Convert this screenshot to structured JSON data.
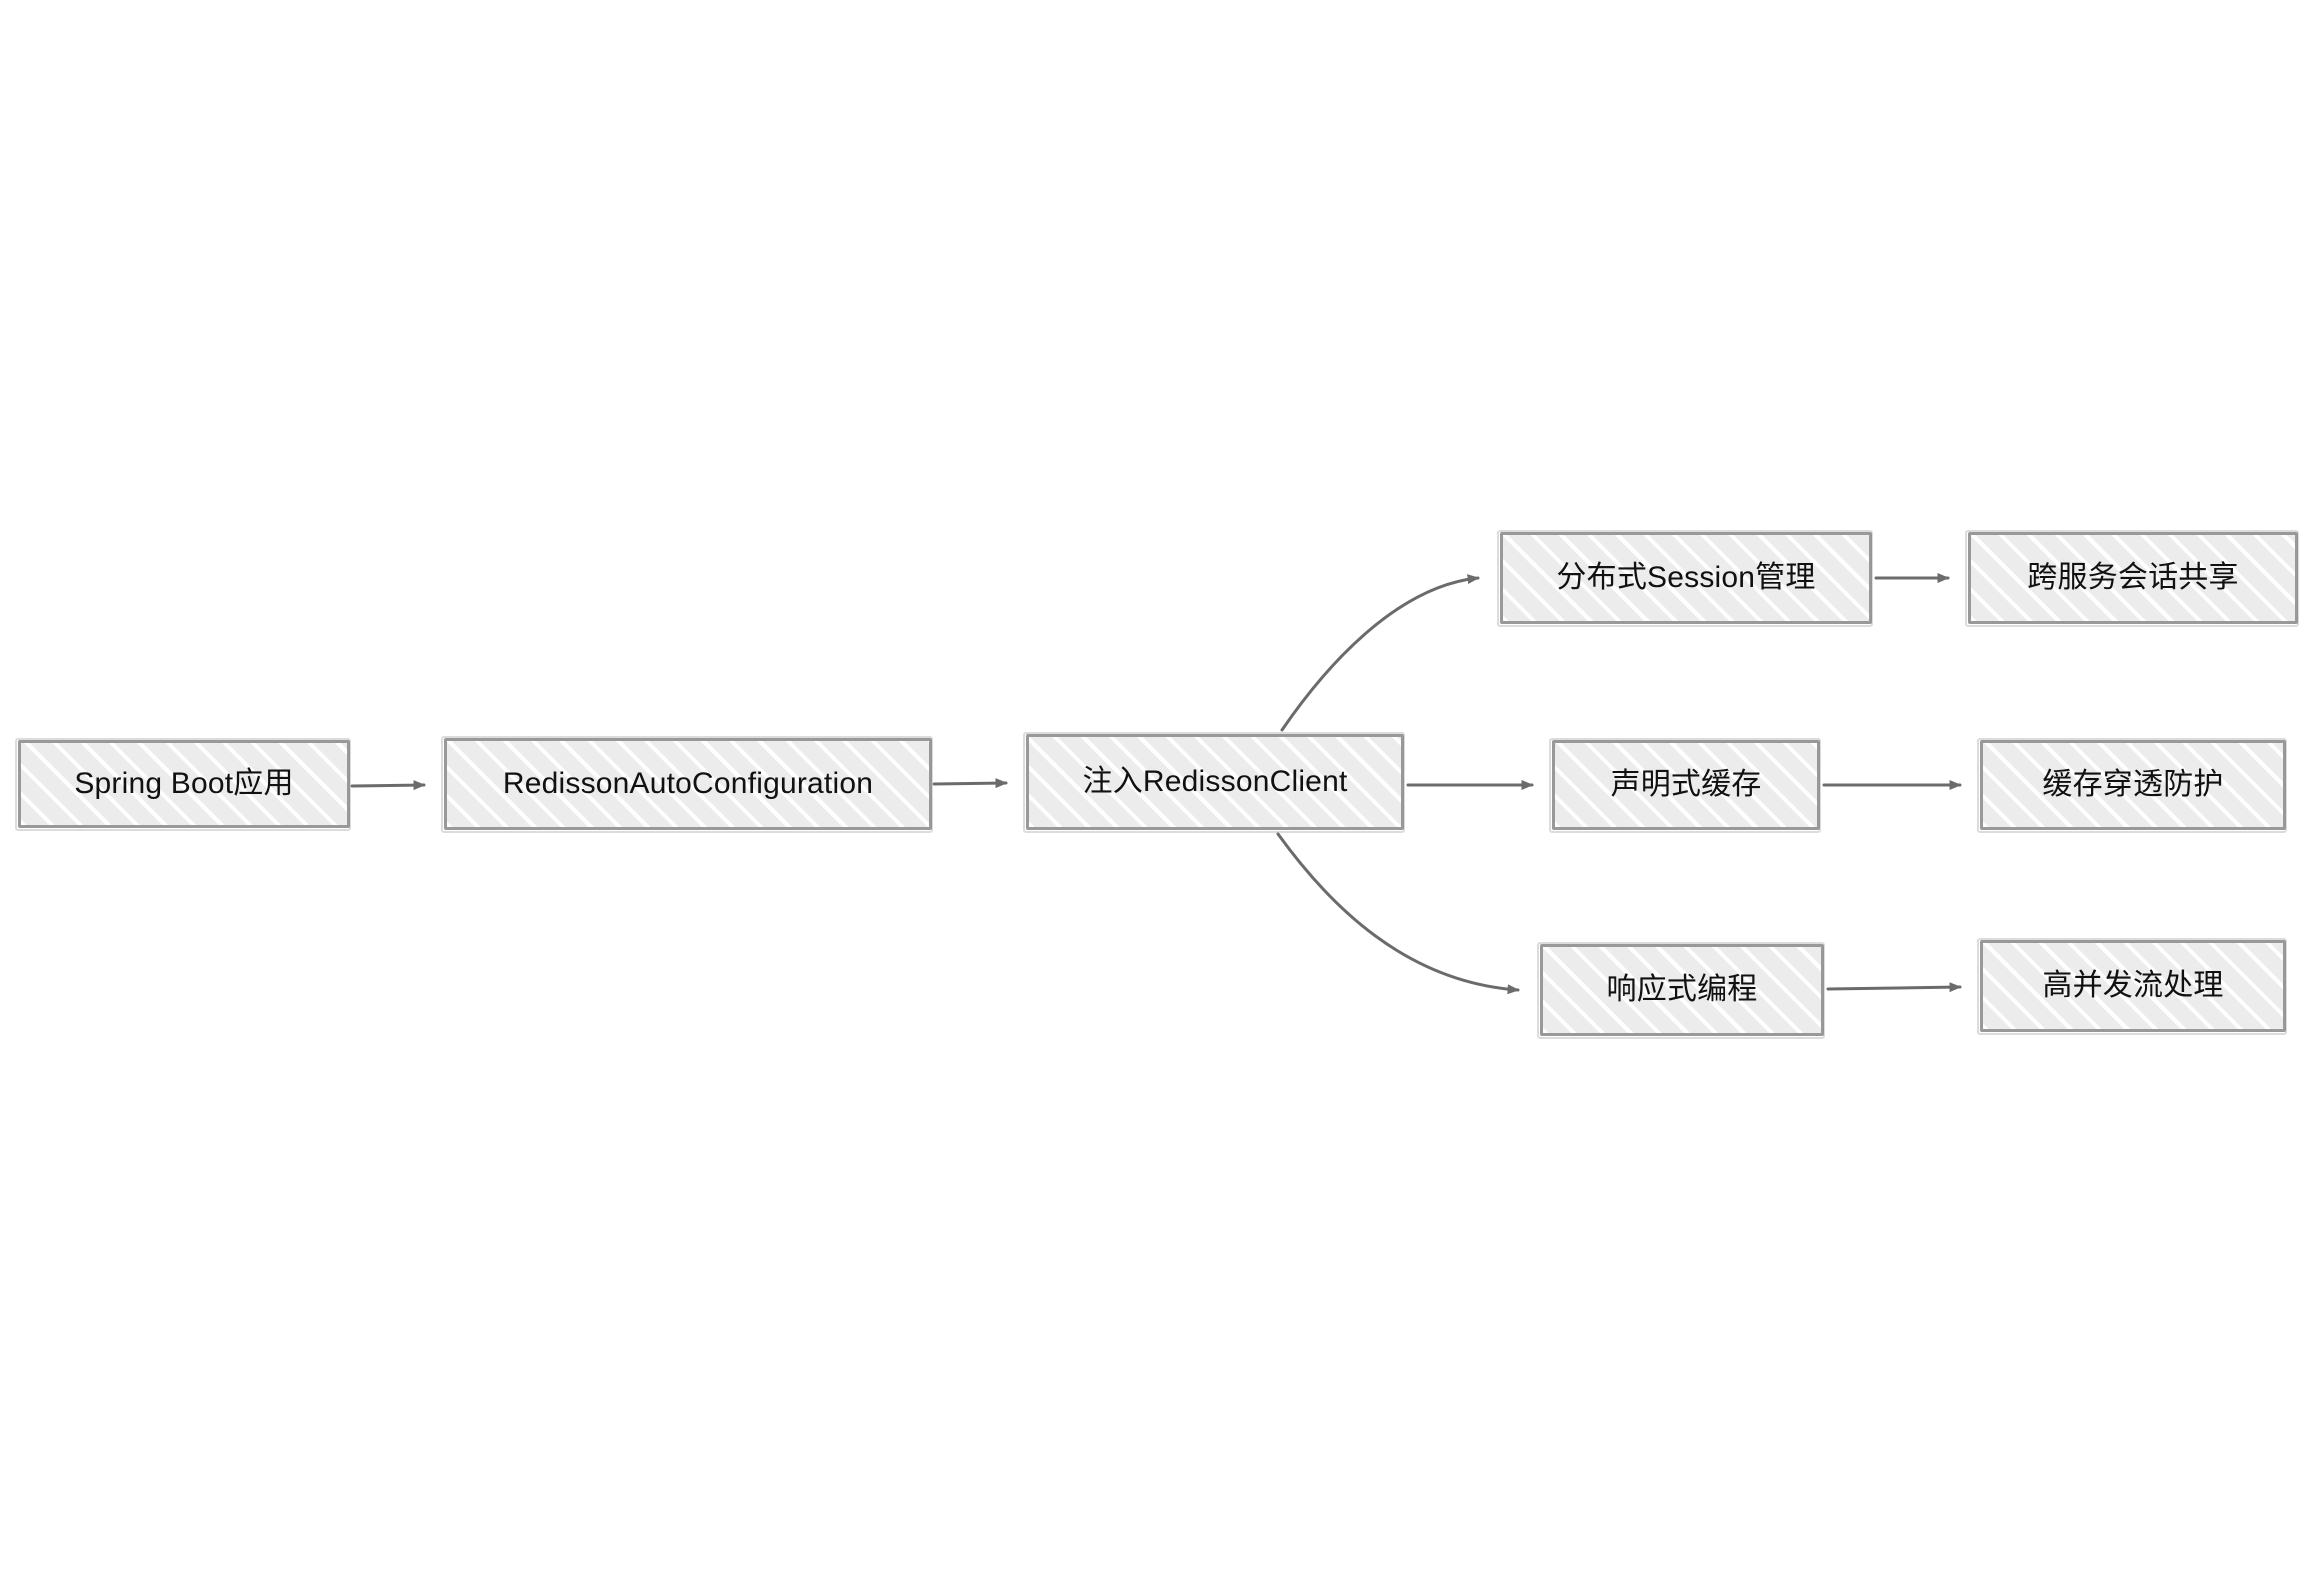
{
  "diagram": {
    "type": "flowchart",
    "orientation": "left-to-right",
    "style": "hand-drawn-sketch",
    "background_color": "#ffffff",
    "node_fill_color": "#ececec",
    "node_border_color": "#999999",
    "node_text_color": "#111111",
    "edge_color": "#6b6b6b",
    "nodes": [
      {
        "id": "spring-boot-app",
        "label": "Spring Boot应用"
      },
      {
        "id": "redisson-autoconfig",
        "label": "RedissonAutoConfiguration"
      },
      {
        "id": "inject-client",
        "label": "注入RedissonClient"
      },
      {
        "id": "distributed-session",
        "label": "分布式Session管理"
      },
      {
        "id": "cross-service-share",
        "label": "跨服务会话共享"
      },
      {
        "id": "declarative-cache",
        "label": "声明式缓存"
      },
      {
        "id": "cache-penetration",
        "label": "缓存穿透防护"
      },
      {
        "id": "reactive-programming",
        "label": "响应式编程"
      },
      {
        "id": "high-concurrency",
        "label": "高并发流处理"
      }
    ],
    "edges": [
      {
        "from": "spring-boot-app",
        "to": "redisson-autoconfig",
        "shape": "straight",
        "label": ""
      },
      {
        "from": "redisson-autoconfig",
        "to": "inject-client",
        "shape": "straight",
        "label": ""
      },
      {
        "from": "inject-client",
        "to": "distributed-session",
        "shape": "curved-up",
        "label": ""
      },
      {
        "from": "inject-client",
        "to": "declarative-cache",
        "shape": "straight",
        "label": ""
      },
      {
        "from": "inject-client",
        "to": "reactive-programming",
        "shape": "curved-down",
        "label": ""
      },
      {
        "from": "distributed-session",
        "to": "cross-service-share",
        "shape": "straight",
        "label": ""
      },
      {
        "from": "declarative-cache",
        "to": "cache-penetration",
        "shape": "straight",
        "label": ""
      },
      {
        "from": "reactive-programming",
        "to": "high-concurrency",
        "shape": "straight",
        "label": ""
      }
    ]
  }
}
